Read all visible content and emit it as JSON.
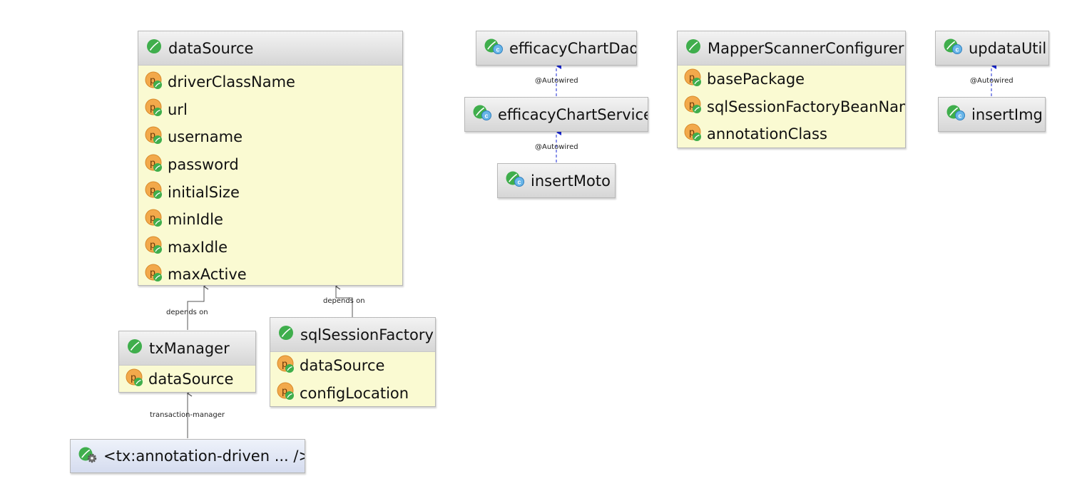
{
  "beans": {
    "dataSource": {
      "title": "dataSource",
      "props": [
        "driverClassName",
        "url",
        "username",
        "password",
        "initialSize",
        "minIdle",
        "maxIdle",
        "maxActive"
      ]
    },
    "txManager": {
      "title": "txManager",
      "props": [
        "dataSource"
      ]
    },
    "sqlSessionFactory": {
      "title": "sqlSessionFactory",
      "props": [
        "dataSource",
        "configLocation"
      ]
    },
    "txAnnotation": {
      "title": "<tx:annotation-driven ... />"
    },
    "efficacyChartDao": {
      "title": "efficacyChartDao"
    },
    "efficacyChartService": {
      "title": "efficacyChartService"
    },
    "insertMoto": {
      "title": "insertMoto"
    },
    "mapperScanner": {
      "title": "MapperScannerConfigurer",
      "props": [
        "basePackage",
        "sqlSessionFactoryBeanNam",
        "annotationClass"
      ]
    },
    "updataUtil": {
      "title": "updataUtil"
    },
    "insertImg": {
      "title": "insertImg"
    }
  },
  "edges": {
    "tx_ds": "depends on",
    "ssf_ds": "depends on",
    "ann_tx": "transaction-manager",
    "svc_dao": "@Autowired",
    "moto_svc": "@Autowired",
    "img_util": "@Autowired"
  },
  "colors": {
    "bean_green": "#3fae4c",
    "prop_orange": "#f2a94b",
    "class_blue": "#68b5e8",
    "autowired_edge": "#1a28d6",
    "depends_edge": "#555555"
  }
}
